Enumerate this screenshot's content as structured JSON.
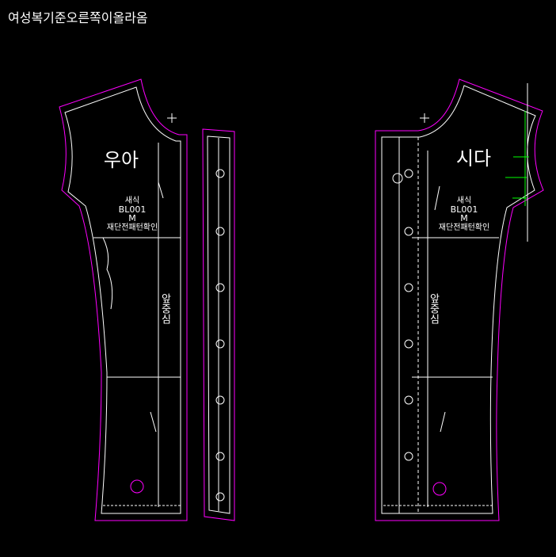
{
  "title": "여성복기준오른쪽이올라옴",
  "left_piece": {
    "name": "우아",
    "style_label": "새식",
    "code": "BL001",
    "size": "M",
    "note": "재단전패턴확인",
    "center_label": "앞중심"
  },
  "right_piece": {
    "name": "시다",
    "style_label": "새식",
    "code": "BL001",
    "size": "M",
    "note": "재단전패턴확인",
    "center_label": "앞중심"
  },
  "colors": {
    "background": "#000000",
    "line": "#ffffff",
    "seam": "#ff00ff",
    "guide": "#00ff00"
  }
}
